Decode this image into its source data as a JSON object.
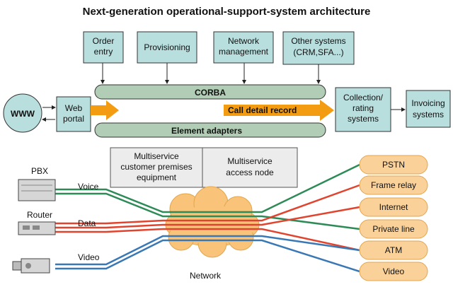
{
  "title": "Next-generation operational-support-system architecture",
  "top_boxes": [
    {
      "lines": [
        "Order",
        "entry"
      ]
    },
    {
      "lines": [
        "Provisioning"
      ]
    },
    {
      "lines": [
        "Network",
        "management"
      ]
    },
    {
      "lines": [
        "Other systems",
        "(CRM,SFA...)"
      ]
    }
  ],
  "bus_top": "CORBA",
  "bus_bottom": "Element adapters",
  "www": "WWW",
  "web_portal": [
    "Web",
    "portal"
  ],
  "cdr_label": "Call detail record",
  "collection": [
    "Collection/",
    "rating",
    "systems"
  ],
  "invoicing": [
    "Invoicing",
    "systems"
  ],
  "mid_boxes": [
    {
      "lines": [
        "Multiservice",
        "customer premises",
        "equipment"
      ]
    },
    {
      "lines": [
        "Multiservice",
        "access node"
      ]
    }
  ],
  "devices": [
    "PBX",
    "Router",
    ""
  ],
  "link_labels": [
    "Voice",
    "Data",
    "Video"
  ],
  "network_label": "Network",
  "destinations": [
    "PSTN",
    "Frame relay",
    "Internet",
    "Private line",
    "ATM",
    "Video"
  ],
  "colors": {
    "box_fill": "#b9dede",
    "bus_fill": "#b2cdb5",
    "cloud_fill": "#f9c47a",
    "dest_fill": "#fbd19a",
    "arrow": "#f39c12",
    "voice": "#2e8b57",
    "data": "#e0442f",
    "video": "#3a78b5"
  }
}
